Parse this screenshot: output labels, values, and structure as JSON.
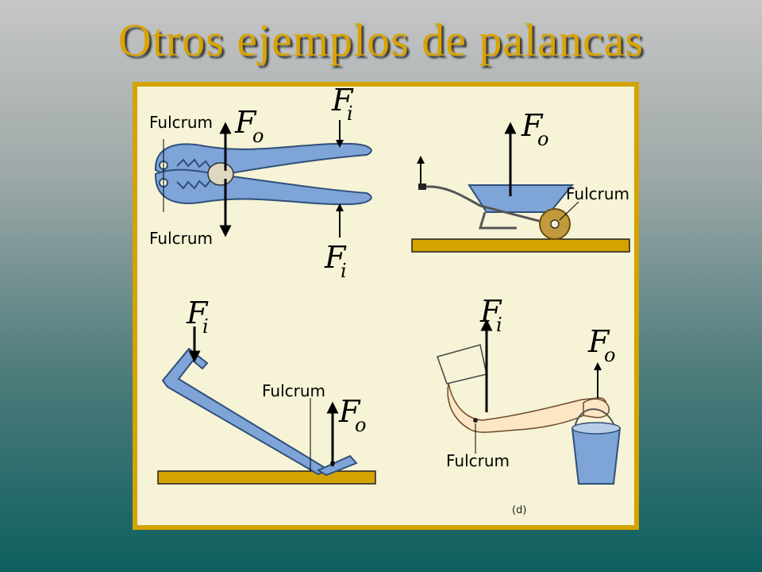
{
  "slide": {
    "title": "Otros ejemplos de palancas"
  },
  "labels": {
    "fulcrum": "Fulcrum",
    "force": "F",
    "sub_input": "i",
    "sub_output": "o"
  },
  "figure": {
    "caption": "(d)"
  },
  "colors": {
    "title": "#d9a300",
    "frame": "#d3a300",
    "panel": "#f6f3d6",
    "tool": "#7ea4d8",
    "ground": "#d3a300"
  }
}
